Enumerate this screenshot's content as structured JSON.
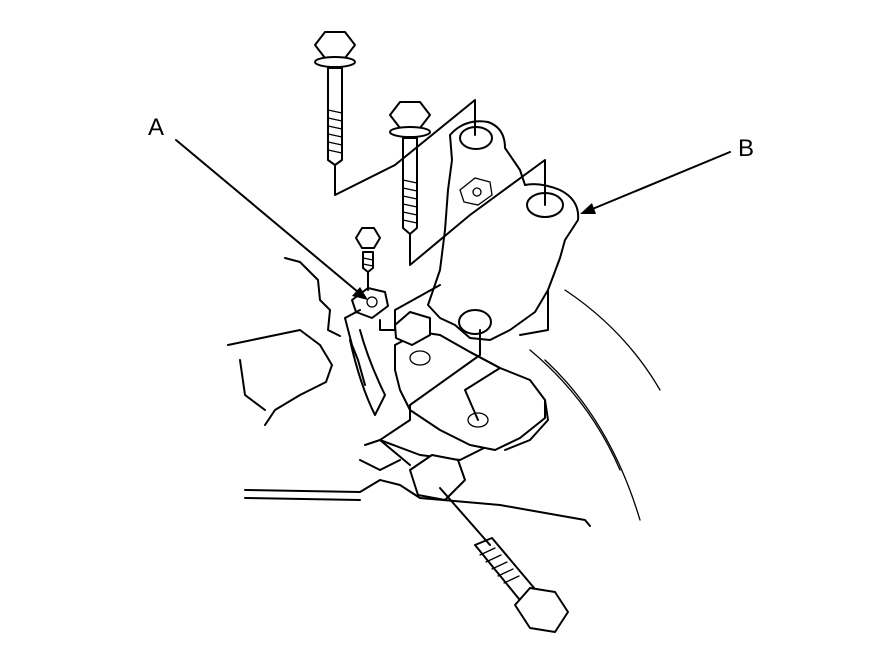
{
  "callouts": [
    {
      "id": "A",
      "label": "A"
    },
    {
      "id": "B",
      "label": "B"
    }
  ],
  "colors": {
    "line": "#000000",
    "background": "#ffffff"
  }
}
